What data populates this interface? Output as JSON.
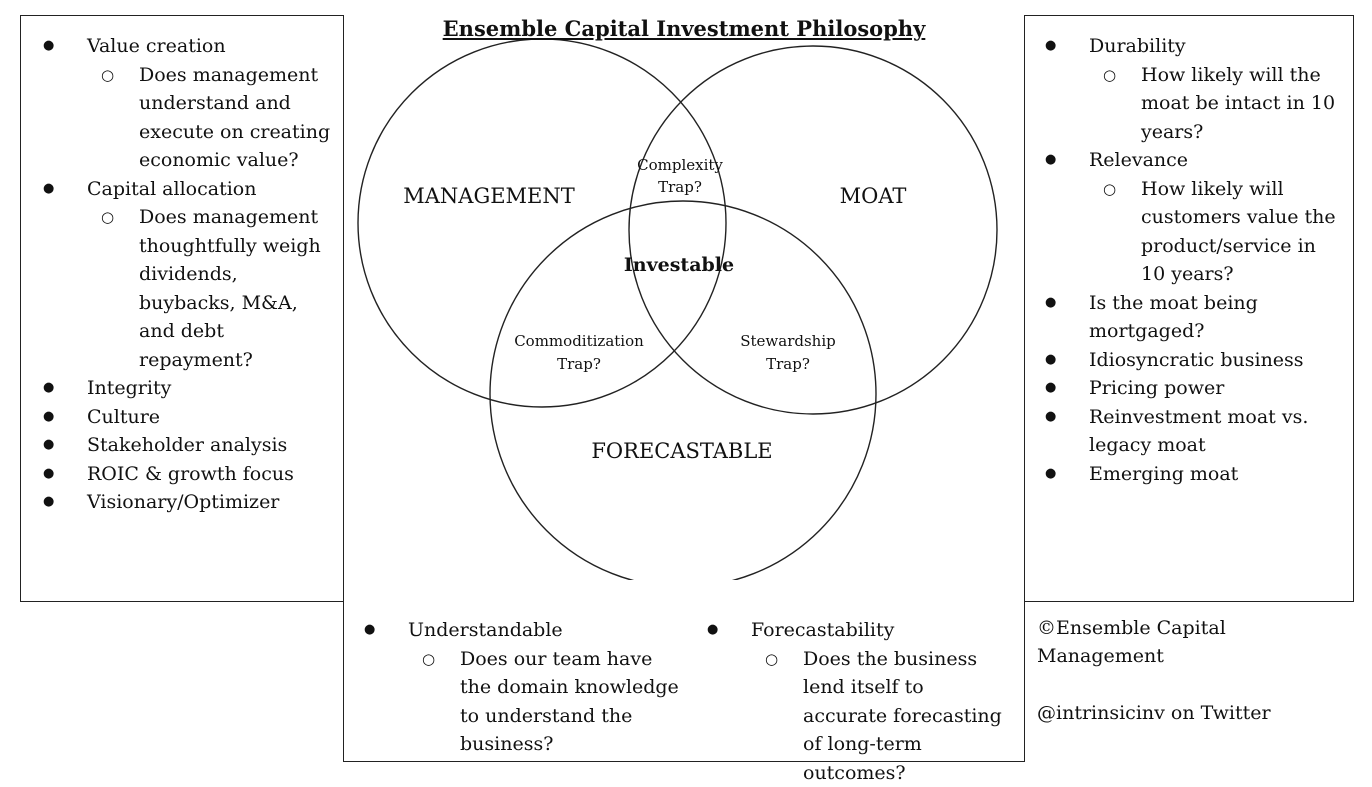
{
  "title": "Ensemble Capital Investment Philosophy",
  "venn": {
    "management": "MANAGEMENT",
    "moat": "MOAT",
    "forecastable": "FORECASTABLE",
    "center": "Investable",
    "complexity_line1": "Complexity",
    "complexity_line2": "Trap?",
    "commoditization_line1": "Commoditization",
    "commoditization_line2": "Trap?",
    "stewardship_line1": "Stewardship",
    "stewardship_line2": "Trap?"
  },
  "left_panel": {
    "value_creation": "Value creation",
    "value_creation_sub": "Does management understand and execute on creating economic value?",
    "capital_allocation": "Capital allocation",
    "capital_allocation_sub": "Does management thoughtfully weigh dividends, buybacks, M&A, and debt repayment?",
    "integrity": "Integrity",
    "culture": "Culture",
    "stakeholder": "Stakeholder analysis",
    "roic": "ROIC & growth focus",
    "visionary": "Visionary/Optimizer"
  },
  "right_panel": {
    "durability": "Durability",
    "durability_sub": "How likely will the moat be intact in 10 years?",
    "relevance": "Relevance",
    "relevance_sub": "How likely will customers value the product/service in 10 years?",
    "mortgaged": "Is the moat being mortgaged?",
    "idiosyncratic": "Idiosyncratic business",
    "pricing": "Pricing power",
    "reinvestment": "Reinvestment moat vs. legacy moat",
    "emerging": "Emerging moat"
  },
  "bottom_panel": {
    "understandable": "Understandable",
    "understandable_sub": "Does our team have the domain knowledge to understand the business?",
    "forecastability": "Forecastability",
    "forecastability_sub": "Does the business lend itself to accurate forecasting of long-term outcomes?"
  },
  "credits": {
    "copyright": "©Ensemble Capital Management",
    "twitter": "@intrinsicinv on Twitter"
  }
}
